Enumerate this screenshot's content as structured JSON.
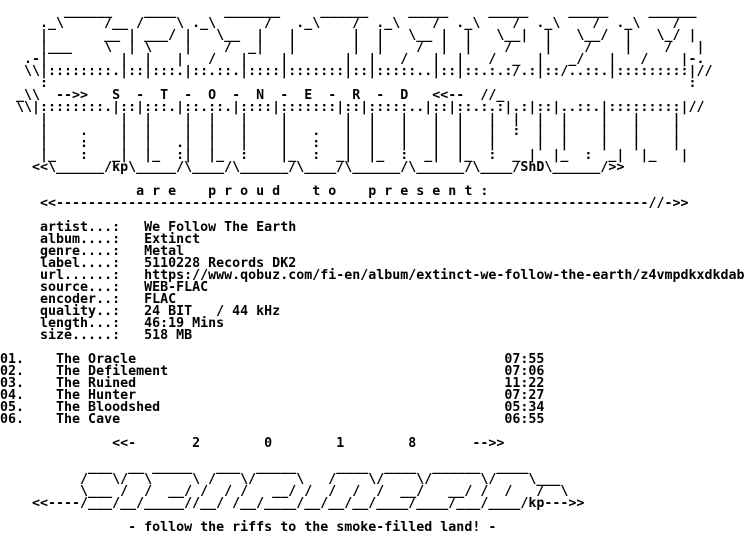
{
  "nfo": {
    "lines": [
      "        ______    ____      _______     ______     _____     _____     _____     ______",
      "     ._\\     /__ /    \\ ._\\      /   ._\\    /  ._\\    /  ._\\    /  ._\\    /  ._\\    /",
      "     |       __ | ___/ |   \\__  |   |       |  |   \\__ |  |   \\__|  |   \\__/  |   \\_/ |",
      "     |___    \\  | \\    |    /  _|   |       |  |    /  |  |    /    |    /    |    /   |",
      "   .-|         |  |   |   /   |    |       |  |   /   |  |   /  _  |   _/   |   /    |-.",
      "   \\\\|::::::::.|::|:::.|::.::.|::::|:::::::|::|:::::..|::|::.:.:/.:|::/..::.|:::::::::|//",
      "     :                                                                                :",
      "  _\\\\  -->>   S  -  T  -  O  -  N  -  E  -  R  -  D   <<--  //_",
      "  \\\\|::::::::.|::|:::.|::.::.|::::|:::::::|::|:::::..|::|::.:.:|.:|::|..::.|:::::::::|//",
      "     |         |  |    |  |   |    |       |  |   |   |  |   |  |  |  |    |   |    |",
      "     |    .    |  |    |  |   |    |   .   |  |   |   |  |   |  :  |  |    |   |    |",
      "     |    :    |  |   .|  |   |    |   :   |  |   |   |  |   |     |  |    |   |    |",
      "     |_   :   _|  |_  :|  |_  :    |_  :  _|  |_  :  _|  |_  :  _ |  |_  :  _|  |_   |",
      "    <<\\______/kp\\_____/\\____/\\______/\\____/\\______/\\______/\\____/ShD\\______/>>",
      "",
      "                 a r e    p r o u d    t o    p r e s e n t :",
      "     <<--------------------------------------------------------------------------//->>",
      "",
      "     artist...:   We Follow The Earth",
      "     album....:   Extinct",
      "     genre....:   Metal",
      "     label....:   5110228 Records DK2",
      "     url......:   https://www.qobuz.com/fi-en/album/extinct-we-follow-the-earth/z4vmpdkxdkdab",
      "     source...:   WEB-FLAC",
      "     encoder..:   FLAC",
      "     quality..:   24 BIT   / 44 kHz",
      "     length...:   46:19 Mins",
      "     size.....:   518 MB",
      "",
      "01.    The Oracle                                              07:55",
      "02.    The Defilement                                          07:06",
      "03.    The Ruined                                              11:22",
      "04.    The Hunter                                              07:27",
      "05.    The Bloodshed                                           05:34",
      "06.    The Cave                                                06:55",
      "",
      "              <<-       2        0        1        8       -->>",
      "",
      "           ___  __ _____   ___  _____     ____  ____  ______  ____",
      "          /   \\/  \\     \\ /   \\/     \\   /    \\/    \\/      \\/    \\___",
      "          \\___ /  /  __/ /  / /   __/ /  /  /  /  __/   __/ /  /   /  \\",
      "    <<----/___/__/_____//__/ /__/____/__/__/__/____/____/___/____/kp--->>",
      "",
      "                - follow the riffs to the smoke-filled land! -"
    ]
  }
}
